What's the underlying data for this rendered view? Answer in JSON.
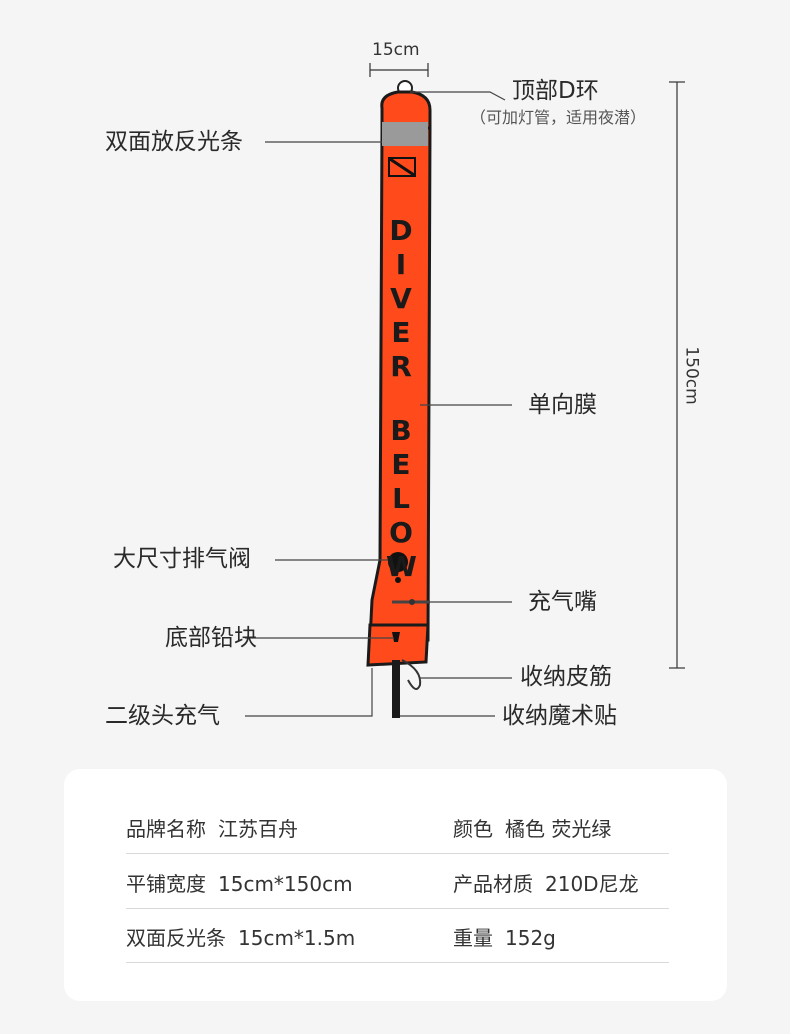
{
  "dimension": {
    "width": "15cm",
    "height": "150cm"
  },
  "buoy_text": "DIVER BELOW",
  "labels": {
    "top_ring": "顶部D环",
    "top_ring_note": "（可加灯管，适用夜潜）",
    "reflective": "双面放反光条",
    "one_way_membrane": "单向膜",
    "exhaust_valve": "大尺寸排气阀",
    "inflation_nozzle": "充气嘴",
    "bottom_weight": "底部铅块",
    "storage_band": "收纳皮筋",
    "second_stage": "二级头充气",
    "velcro": "收纳魔术贴"
  },
  "specs": [
    {
      "left": {
        "key": "品牌名称",
        "value": "江苏百舟"
      },
      "right": {
        "key": "颜色",
        "value": "橘色 荧光绿"
      }
    },
    {
      "left": {
        "key": "平铺宽度",
        "value": "15cm*150cm"
      },
      "right": {
        "key": "产品材质",
        "value": "210D尼龙"
      }
    },
    {
      "left": {
        "key": "双面反光条",
        "value": "15cm*1.5m"
      },
      "right": {
        "key": "重量",
        "value": "152g"
      }
    }
  ],
  "colors": {
    "buoy": "#ff4a1c",
    "buoy_edge": "#1a1a1a",
    "reflective": "#9a9a9a"
  }
}
